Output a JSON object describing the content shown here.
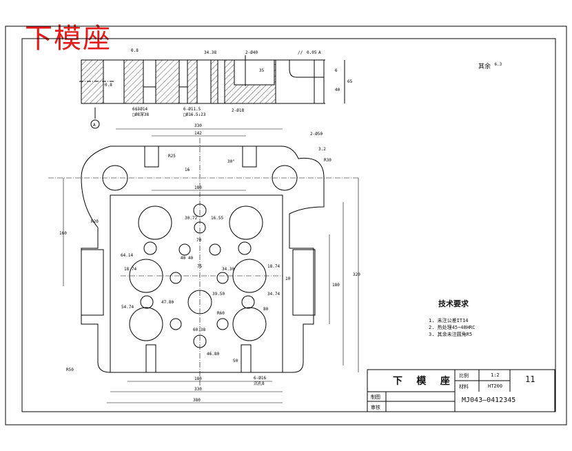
{
  "title": "下模座",
  "rest_roughness": {
    "label": "其余",
    "value": "6.3"
  },
  "tech_requirements": {
    "title": "技术要求",
    "items": [
      "1. 未注公差IT14",
      "2. 热处理45~48HRC",
      "3. 其余未注圆角R5"
    ]
  },
  "title_block": {
    "name": "下 模 座",
    "scale_label": "比例",
    "scale_value": "1:2",
    "material_label": "材料",
    "material_value": "HT200",
    "sheet_number": "11",
    "drawn_label": "制图",
    "checked_label": "审核",
    "drawing_number": "MJ043—0412345"
  },
  "dimensions": {
    "top_width": "330",
    "inner_width": "142",
    "mid_width": "180",
    "lower_width": "180",
    "bottom_width": "330",
    "overall_width": "380",
    "overall_height": "320",
    "height_160": "160",
    "height_180": "180",
    "r25": "R25",
    "r20": "R20",
    "r30": "R30",
    "r50": "R50",
    "r60": "R60",
    "angle": "30°",
    "d16": "16",
    "d_70": "70",
    "d_4040": "40 40",
    "d_75": "75",
    "d_10": "10",
    "d_80": "80",
    "dia_ref": "2-Ø50",
    "d_3072": "30.72",
    "d_1655": "16.55",
    "d_6414": "64.14",
    "d_1874a": "18.74",
    "d_1874b": "18.74",
    "d_5474": "54.74",
    "d_3430": "34.30",
    "d_3474": "34.74",
    "d_6038": "60.38",
    "d_3950": "39.50",
    "d_4680": "46.80",
    "d_50": "50",
    "d_4780": "47.80",
    "d_6616": "6-Ø16",
    "d_counter": "沉孔8",
    "sec_a": "A",
    "sec_ra1": "0.8",
    "sec_ra2": "0.8",
    "sec_ra3": "6.3",
    "sec_ra4": "3.2",
    "sec_dim1": "34.38",
    "sec_dim2": "2-Ø40",
    "sec_dim3": "35",
    "sec_dim4": "40",
    "sec_dim5": "65",
    "sec_dim6": "6",
    "sec_tol_sym": "//",
    "sec_tol_val": "0.05",
    "sec_tol_ref": "A",
    "sec_hole1": "6-Ø14",
    "sec_hole1b": "□Ø8深38",
    "sec_hole2": "6-Ø11.5",
    "sec_hole2b": "□Ø16.5↓23",
    "sec_hole3": "2-Ø18",
    "rough_mark": "6.3"
  }
}
